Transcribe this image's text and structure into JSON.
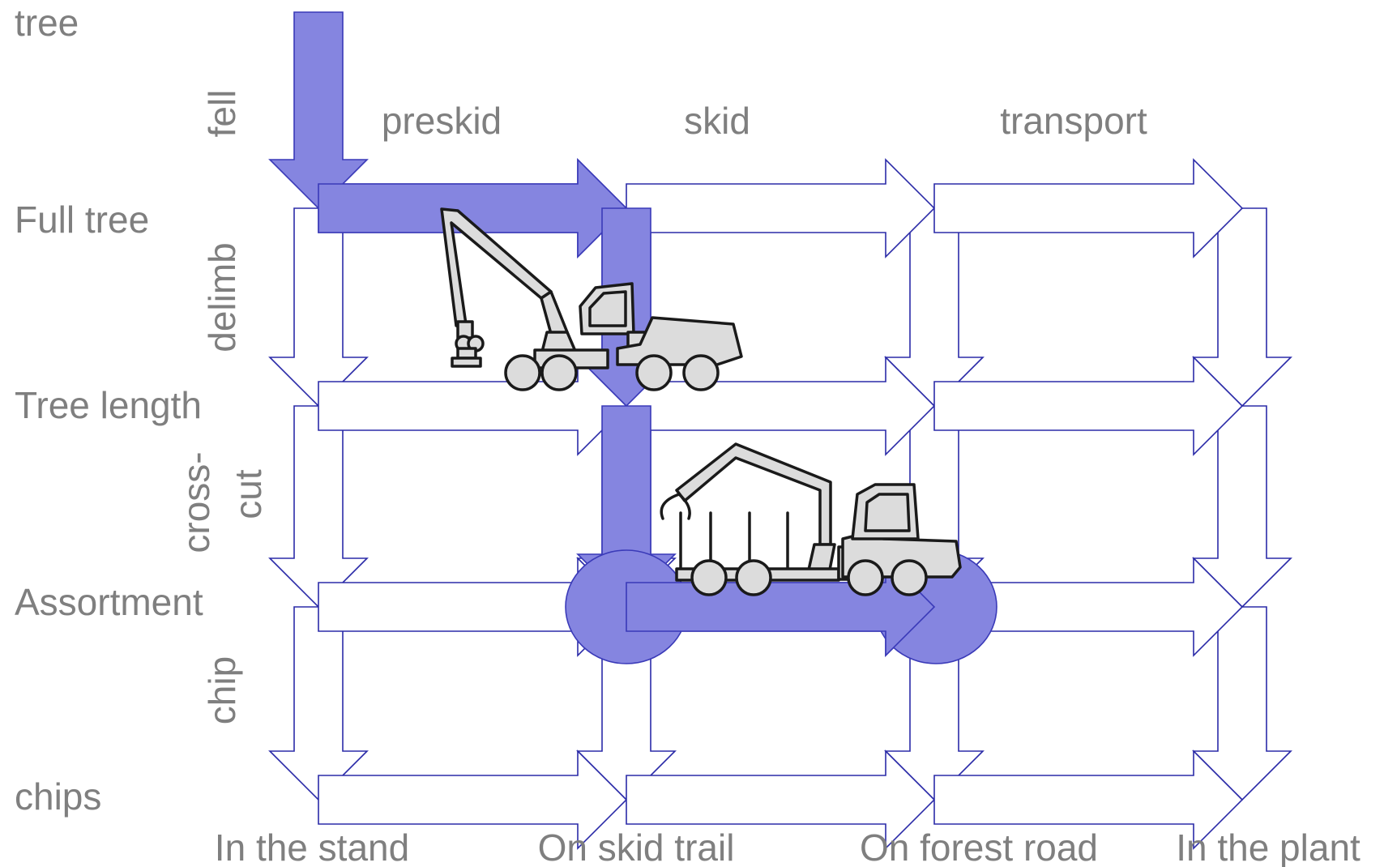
{
  "assortments": {
    "tree": "tree",
    "full_tree": "Full tree",
    "tree_length": "Tree length",
    "assortment": "Assortment",
    "chips": "chips"
  },
  "operations": {
    "fell": "fell",
    "delimb": "delimb",
    "crosscut_line1": "cross-",
    "crosscut_line2": "cut",
    "chip": "chip"
  },
  "phases": {
    "preskid": "preskid",
    "skid": "skid",
    "transport": "transport"
  },
  "locations": {
    "stand": "In the stand",
    "skid_trail": "On skid trail",
    "forest_road": "On forest road",
    "plant": "In the plant"
  },
  "colors": {
    "highlight_fill": "#8585e0",
    "arrow_stroke": "#2b2ba8",
    "label_text": "#7f7f7f",
    "machine_fill": "#dcdcdc"
  },
  "machines": [
    "harvester-icon",
    "forwarder-icon"
  ]
}
